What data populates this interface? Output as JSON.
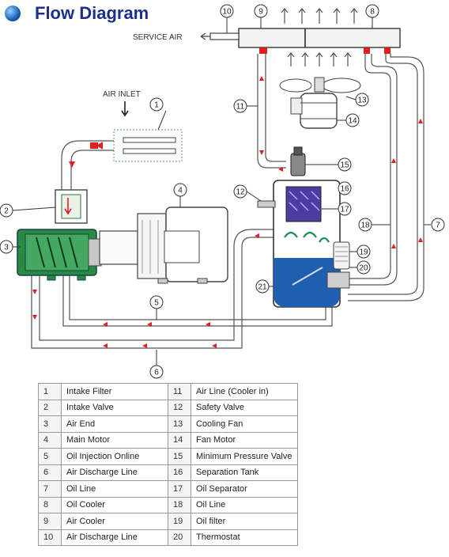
{
  "header": {
    "title": "Flow Diagram",
    "logo_icon": "globe-logo-icon"
  },
  "labels": {
    "service_air": "SERVICE AIR",
    "air_inlet": "AIR INLET"
  },
  "callouts": [
    "1",
    "2",
    "3",
    "4",
    "5",
    "6",
    "7",
    "8",
    "9",
    "10",
    "11",
    "12",
    "13",
    "14",
    "15",
    "16",
    "17",
    "18",
    "19",
    "20",
    "21"
  ],
  "legend_left": [
    {
      "num": "1",
      "label": "Intake Filter"
    },
    {
      "num": "2",
      "label": "Intake Valve"
    },
    {
      "num": "3",
      "label": "Air End"
    },
    {
      "num": "4",
      "label": "Main Motor"
    },
    {
      "num": "5",
      "label": "Oil Injection Online"
    },
    {
      "num": "6",
      "label": "Air Discharge Line"
    },
    {
      "num": "7",
      "label": "Oil Line"
    },
    {
      "num": "8",
      "label": "Oil Cooler"
    },
    {
      "num": "9",
      "label": "Air Cooler"
    },
    {
      "num": "10",
      "label": "Air Discharge Line"
    }
  ],
  "legend_right": [
    {
      "num": "11",
      "label": "Air Line (Cooler in)"
    },
    {
      "num": "12",
      "label": "Safety Valve"
    },
    {
      "num": "13",
      "label": "Cooling Fan"
    },
    {
      "num": "14",
      "label": "Fan Motor"
    },
    {
      "num": "15",
      "label": "Minimum Pressure Valve"
    },
    {
      "num": "16",
      "label": "Separation Tank"
    },
    {
      "num": "17",
      "label": "Oil Separator"
    },
    {
      "num": "18",
      "label": "Oil Line"
    },
    {
      "num": "19",
      "label": "Oil filter"
    },
    {
      "num": "20",
      "label": "Thermostat"
    }
  ],
  "colors": {
    "title": "#1b2f8c",
    "pipe": "#ffffff",
    "pipe_outline": "#555555",
    "flow_arrow": "#e02020",
    "oil": "#1f5fb0",
    "rotor": "#1a7a3a",
    "separator": "#4a3fa0"
  }
}
